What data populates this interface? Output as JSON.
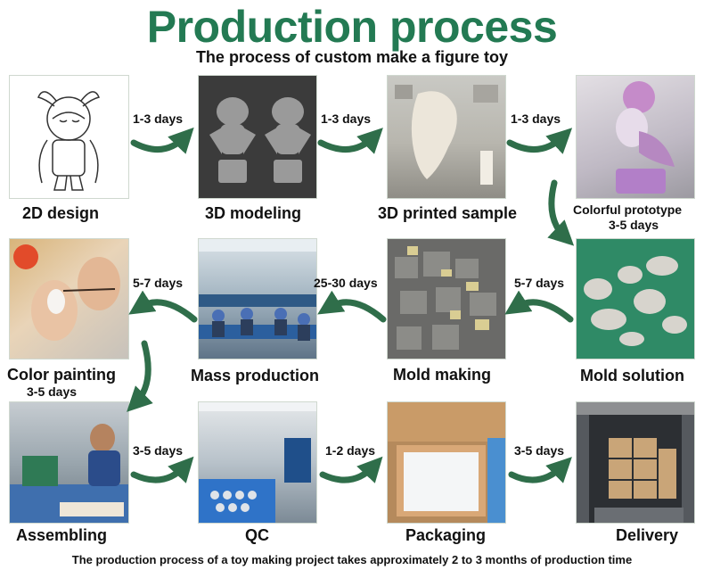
{
  "header": {
    "title": "Production process",
    "subtitle": "The process of custom make a  figure toy"
  },
  "steps": [
    {
      "label": "2D design"
    },
    {
      "label": "3D modeling"
    },
    {
      "label": "3D printed sample"
    },
    {
      "label": "Colorful prototype",
      "sublabel": "3-5 days"
    },
    {
      "label": "Mold solution"
    },
    {
      "label": "Mold making"
    },
    {
      "label": "Mass production"
    },
    {
      "label": "Color painting",
      "sublabel": "3-5 days"
    },
    {
      "label": "Assembling"
    },
    {
      "label": "QC"
    },
    {
      "label": "Packaging"
    },
    {
      "label": "Delivery"
    }
  ],
  "durations": {
    "d1": "1-3 days",
    "d2": "1-3 days",
    "d3": "1-3 days",
    "d4": "5-7 days",
    "d5": "25-30 days",
    "d6": "5-7 days",
    "d7": "3-5 days",
    "d8": "1-2 days",
    "d9": "3-5 days"
  },
  "footer": {
    "note": "The production process of a toy making project takes approximately 2 to 3 months of production time"
  },
  "colors": {
    "title": "#237a53",
    "arrow": "#2f6e4a"
  }
}
